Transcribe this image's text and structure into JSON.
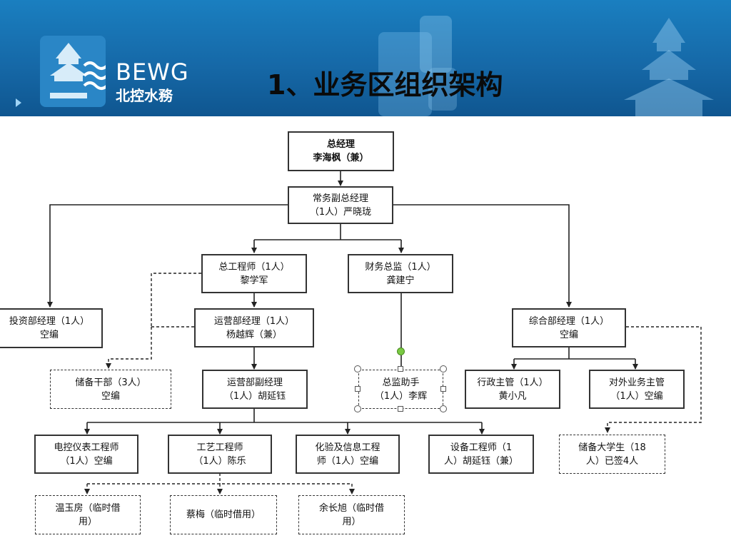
{
  "header": {
    "brand_en": "BEWG",
    "brand_cn": "北控水務",
    "title": "1、业务区组织架构",
    "background_color": "#1669a8"
  },
  "org_chart": {
    "nodes": [
      {
        "id": "gm",
        "lines": [
          "总经理",
          "李海枫（兼）"
        ],
        "style": "solid-bold"
      },
      {
        "id": "exec-vgm",
        "lines": [
          "常务副总经理",
          "（1人）严晓珑"
        ],
        "style": "solid"
      },
      {
        "id": "chief-engineer",
        "lines": [
          "总工程师（1人）",
          "黎学军"
        ],
        "style": "solid"
      },
      {
        "id": "finance-director",
        "lines": [
          "财务总监（1人）",
          "龚建宁"
        ],
        "style": "solid"
      },
      {
        "id": "investment-manager",
        "lines": [
          "投资部经理（1人）",
          "空编"
        ],
        "style": "solid"
      },
      {
        "id": "operations-manager",
        "lines": [
          "运营部经理（1人）",
          "杨越辉（兼）"
        ],
        "style": "solid"
      },
      {
        "id": "general-affairs-manager",
        "lines": [
          "综合部经理（1人）",
          "空编"
        ],
        "style": "solid"
      },
      {
        "id": "reserve-cadre",
        "lines": [
          "储备干部（3人）",
          "空编"
        ],
        "style": "dashed"
      },
      {
        "id": "operations-deputy-manager",
        "lines": [
          "运营部副经理",
          "（1人）胡延钰"
        ],
        "style": "solid"
      },
      {
        "id": "director-assistant",
        "lines": [
          "总监助手",
          "（1人）李辉"
        ],
        "style": "dashed"
      },
      {
        "id": "admin-supervisor",
        "lines": [
          "行政主管（1人）",
          "黄小凡"
        ],
        "style": "solid"
      },
      {
        "id": "external-supervisor",
        "lines": [
          "对外业务主管",
          "（1人）空编"
        ],
        "style": "solid"
      },
      {
        "id": "electrical-engineer",
        "lines": [
          "电控仪表工程师",
          "（1人）空编"
        ],
        "style": "solid"
      },
      {
        "id": "process-engineer",
        "lines": [
          "工艺工程师",
          "（1人）陈乐"
        ],
        "style": "solid"
      },
      {
        "id": "lab-it-engineer",
        "lines": [
          "化验及信息工程",
          "师（1人）空编"
        ],
        "style": "solid"
      },
      {
        "id": "equipment-engineer",
        "lines": [
          "设备工程师（1",
          "人）胡延钰（兼）"
        ],
        "style": "solid"
      },
      {
        "id": "reserve-graduates",
        "lines": [
          "储备大学生（18",
          "人）已签4人"
        ],
        "style": "dashed"
      },
      {
        "id": "temp-wen",
        "lines": [
          "温玉房（临时借",
          "用）"
        ],
        "style": "dashed"
      },
      {
        "id": "temp-cai",
        "lines": [
          "蔡梅（临时借用）"
        ],
        "style": "dashed"
      },
      {
        "id": "temp-yu",
        "lines": [
          "余长旭（临时借",
          "用）"
        ],
        "style": "dashed"
      }
    ]
  }
}
